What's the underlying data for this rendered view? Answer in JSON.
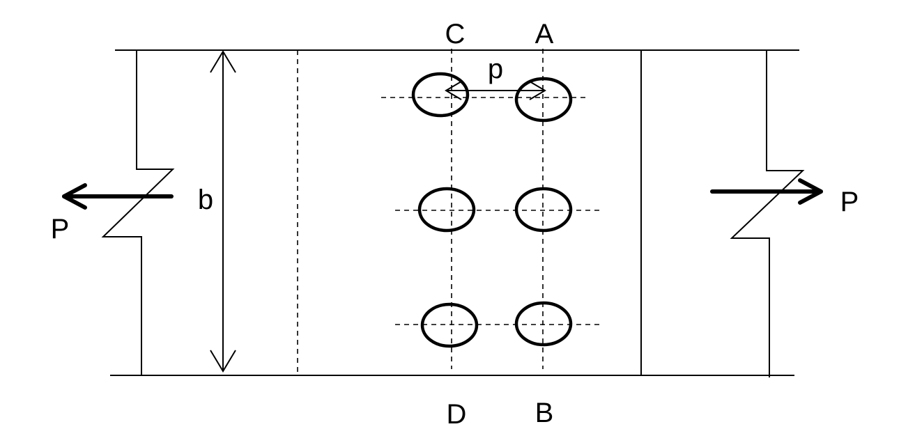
{
  "labels": {
    "section_c": "C",
    "section_a": "A",
    "section_d": "D",
    "section_b": "B",
    "pitch": "p",
    "width": "b",
    "load_left": "P",
    "load_right": "P"
  },
  "bolt_layout": {
    "columns": 2,
    "rows": 3
  }
}
